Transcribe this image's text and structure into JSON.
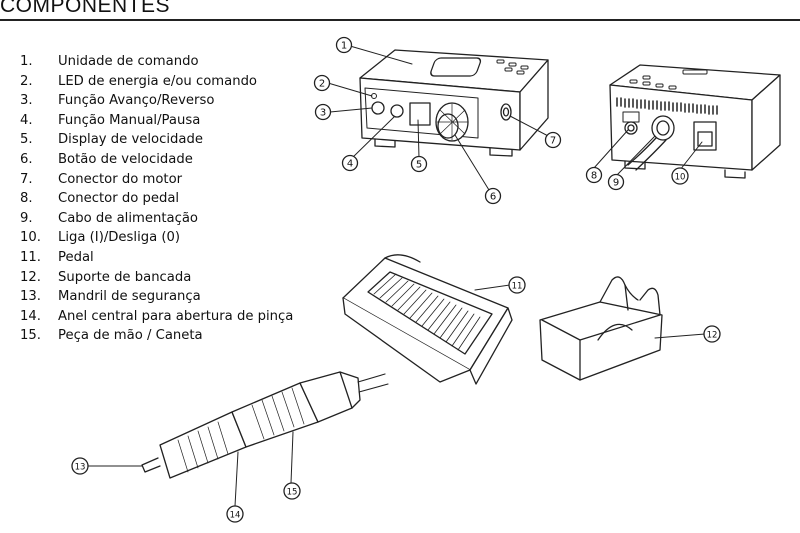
{
  "header": {
    "title": "COMPONENTES"
  },
  "components": [
    {
      "num": "1.",
      "label": "Unidade de comando"
    },
    {
      "num": "2.",
      "label": "LED de energia e/ou comando"
    },
    {
      "num": "3.",
      "label": "Função Avanço/Reverso"
    },
    {
      "num": "4.",
      "label": "Função Manual/Pausa"
    },
    {
      "num": "5.",
      "label": "Display de velocidade"
    },
    {
      "num": "6.",
      "label": "Botão de velocidade"
    },
    {
      "num": "7.",
      "label": "Conector do motor"
    },
    {
      "num": "8.",
      "label": "Conector do pedal"
    },
    {
      "num": "9.",
      "label": "Cabo de alimentação"
    },
    {
      "num": "10.",
      "label": "Liga (I)/Desliga (0)"
    },
    {
      "num": "11.",
      "label": "Pedal"
    },
    {
      "num": "12.",
      "label": "Suporte de bancada"
    },
    {
      "num": "13.",
      "label": "Mandril de segurança"
    },
    {
      "num": "14.",
      "label": "Anel central para abertura de pinça"
    },
    {
      "num": "15.",
      "label": "Peça de mão / Caneta"
    }
  ],
  "callouts": [
    "1",
    "2",
    "3",
    "4",
    "5",
    "6",
    "7",
    "8",
    "9",
    "10",
    "11",
    "12",
    "13",
    "14",
    "15"
  ]
}
